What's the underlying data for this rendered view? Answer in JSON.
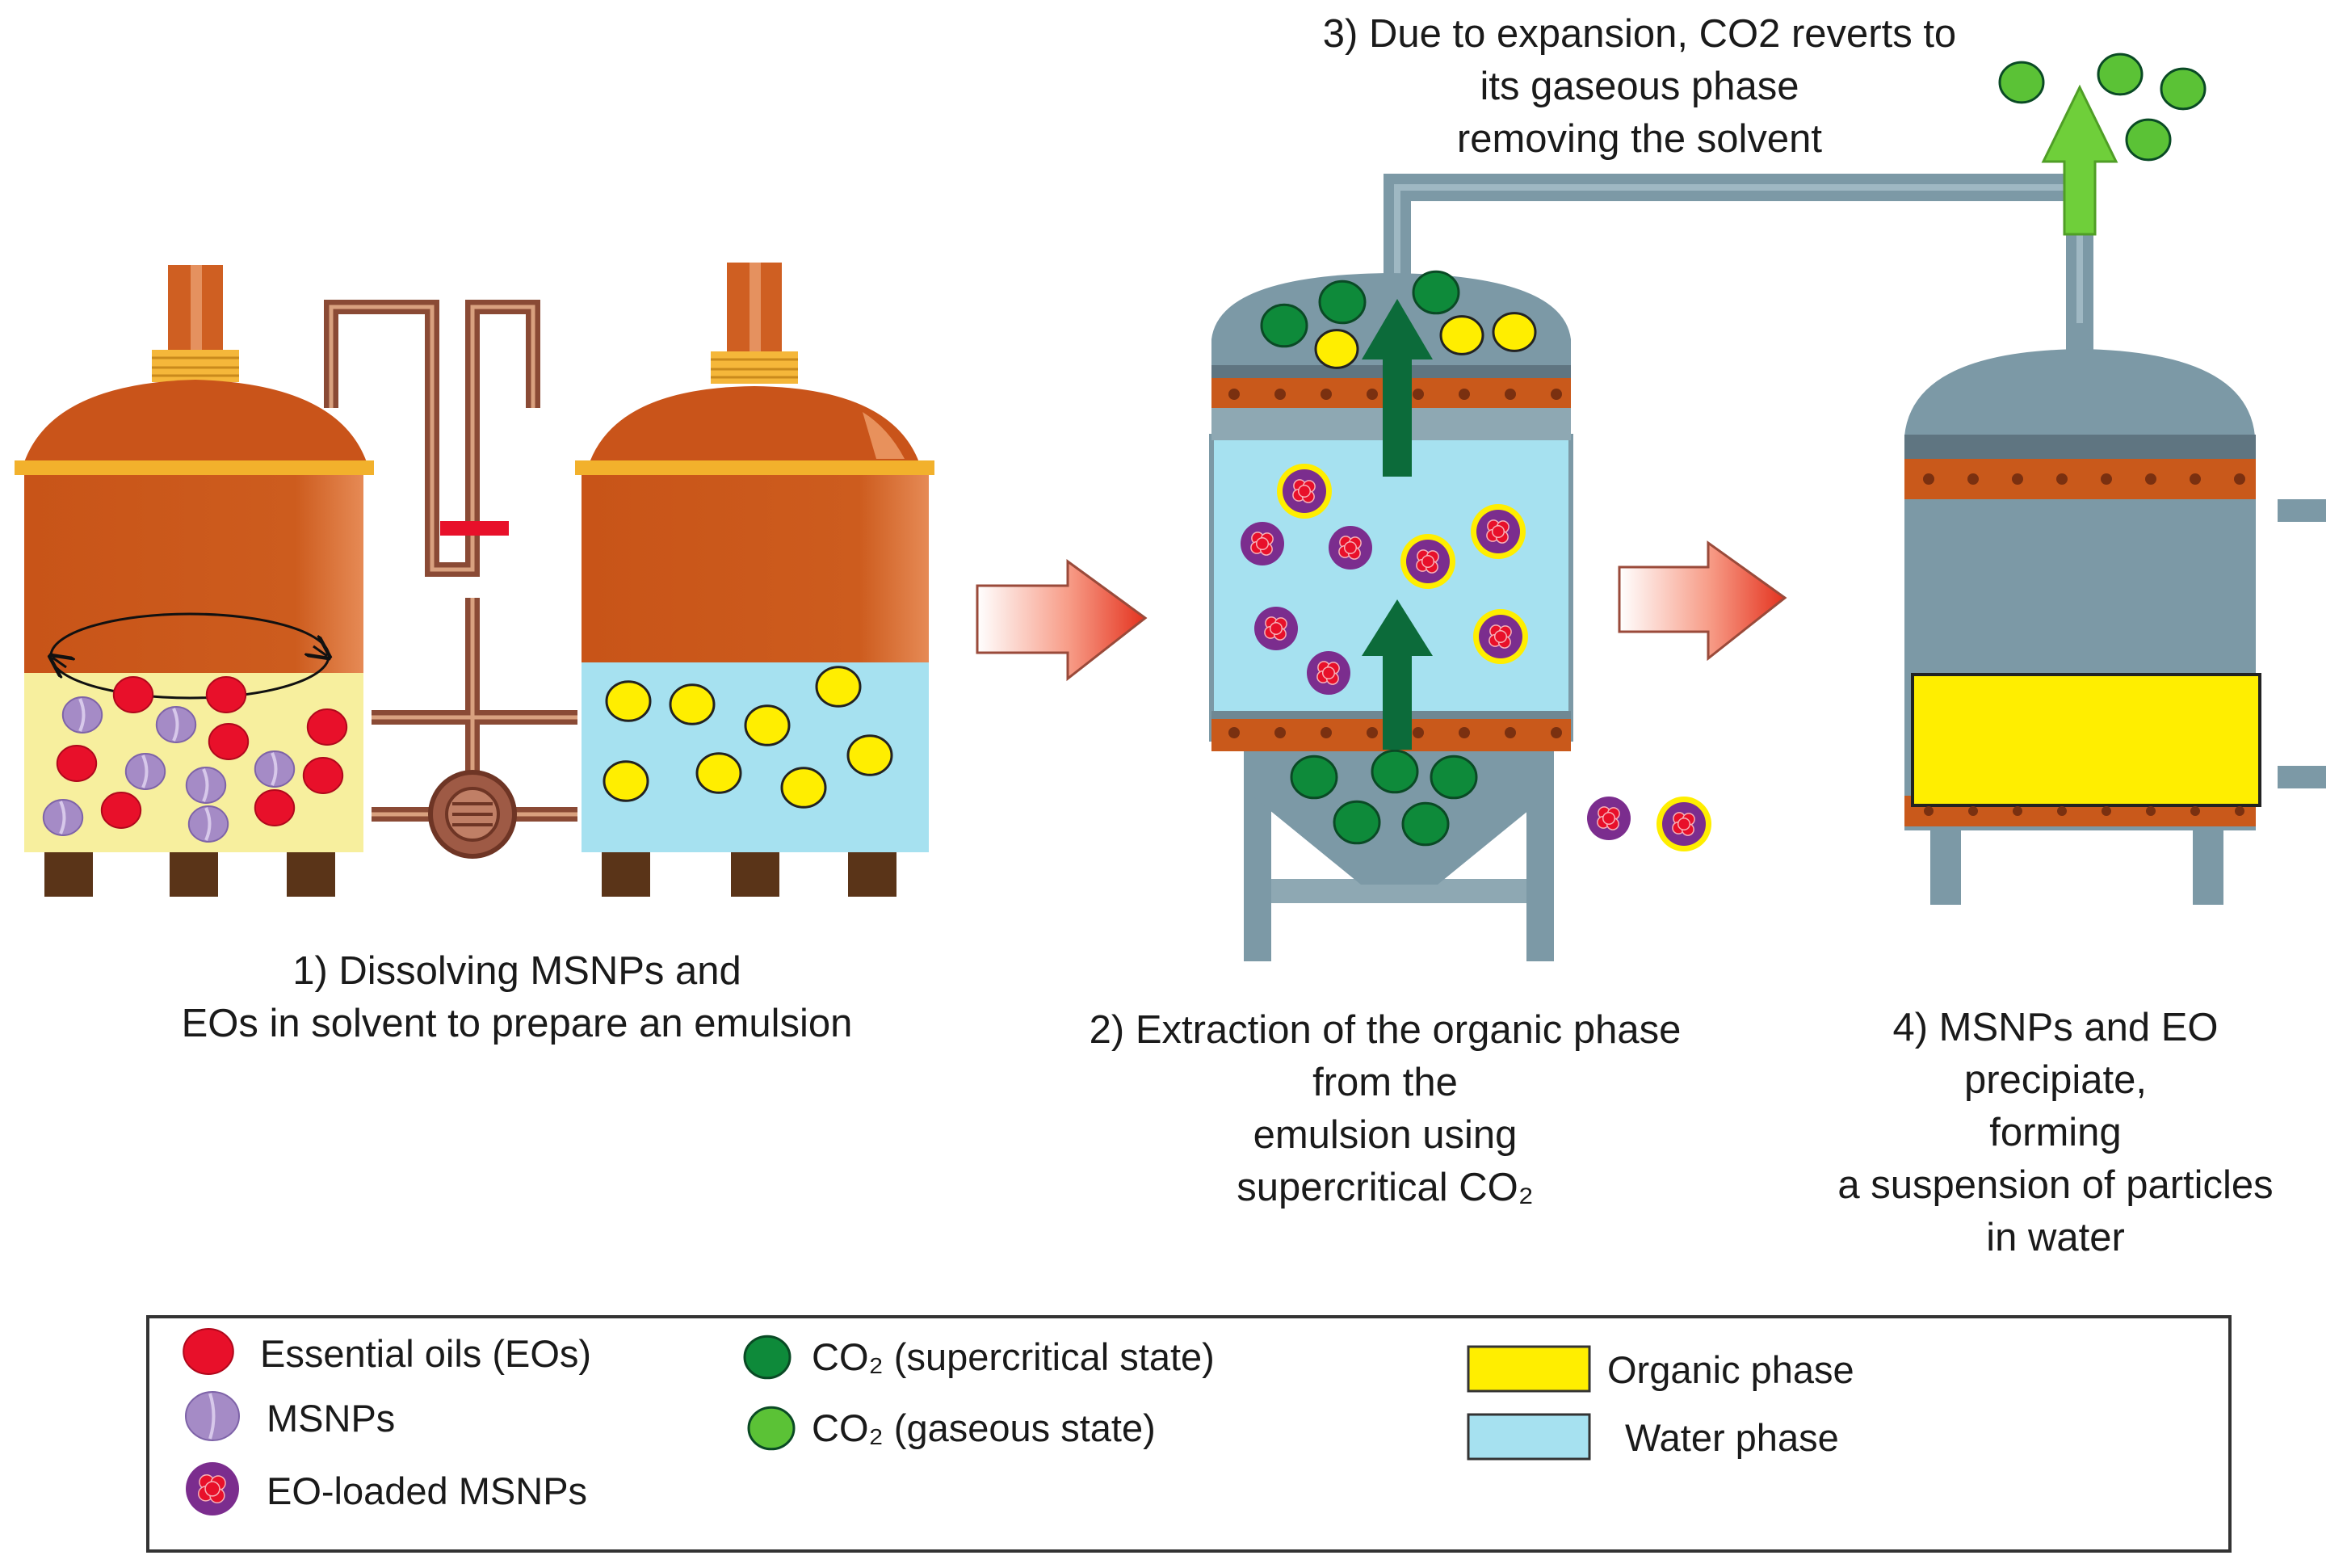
{
  "steps": {
    "step1": {
      "lines": [
        "1) Dissolving MSNPs and",
        "EOs in solvent to prepare an emulsion"
      ]
    },
    "step2": {
      "lines": [
        "2) Extraction of the organic phase",
        "from the",
        "emulsion using",
        "supercritical CO₂"
      ]
    },
    "step3": {
      "lines": [
        "3) Due to expansion, CO2 reverts to",
        "its gaseous phase",
        "removing the solvent"
      ]
    },
    "step4": {
      "lines": [
        "4) MSNPs and EO",
        "precipiate,",
        "forming",
        "a suspension of particles",
        "in water"
      ]
    }
  },
  "legend": {
    "eo": "Essential oils (EOs)",
    "msnp": "MSNPs",
    "eo_loaded": "EO-loaded MSNPs",
    "co2_supercritical": "CO₂ (supercritical state)",
    "co2_gaseous": "CO₂ (gaseous state)",
    "organic": "Organic phase",
    "water": "Water phase"
  },
  "colors": {
    "essential_oil": "#e8102a",
    "msnp": "#a58bc6",
    "eo_loaded_outer": "#7b2d8e",
    "co2_supercritical": "#0e8a3a",
    "co2_gaseous": "#5bc236",
    "organic_phase": "#ffee00",
    "water_phase": "#a6e1f0",
    "copper": "#c9591b",
    "vessel_gray": "#7c99a6",
    "arrow_dark_green": "#0c6b3a",
    "arrow_light_green": "#6fcf3a"
  }
}
